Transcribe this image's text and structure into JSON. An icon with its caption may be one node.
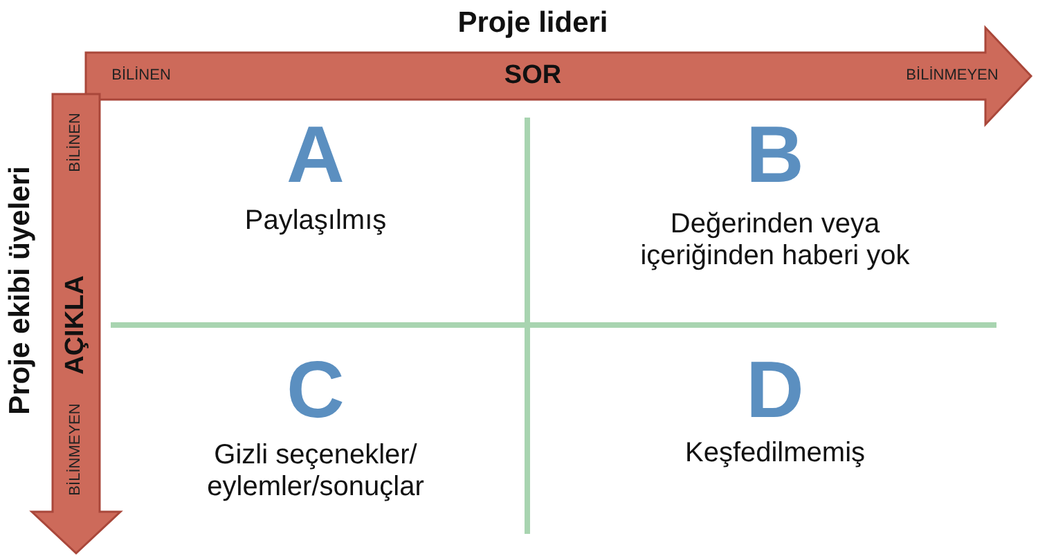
{
  "diagram": {
    "labels": [
      "Proje lideri",
      "BİLİNEN",
      "SOR",
      "BİLİNMEYEN",
      "Proje ekibi üyeleri",
      "BİLİNEN",
      "AÇIKLA",
      "BİLİNMEYEN",
      "A",
      "Paylaşılmış",
      "B",
      "Değerinden veya içeriğinden haberi yok",
      "C",
      "Gizli seçenekler/ eylemler/sonuçlar",
      "D",
      "Keşfedilmemiş"
    ]
  }
}
